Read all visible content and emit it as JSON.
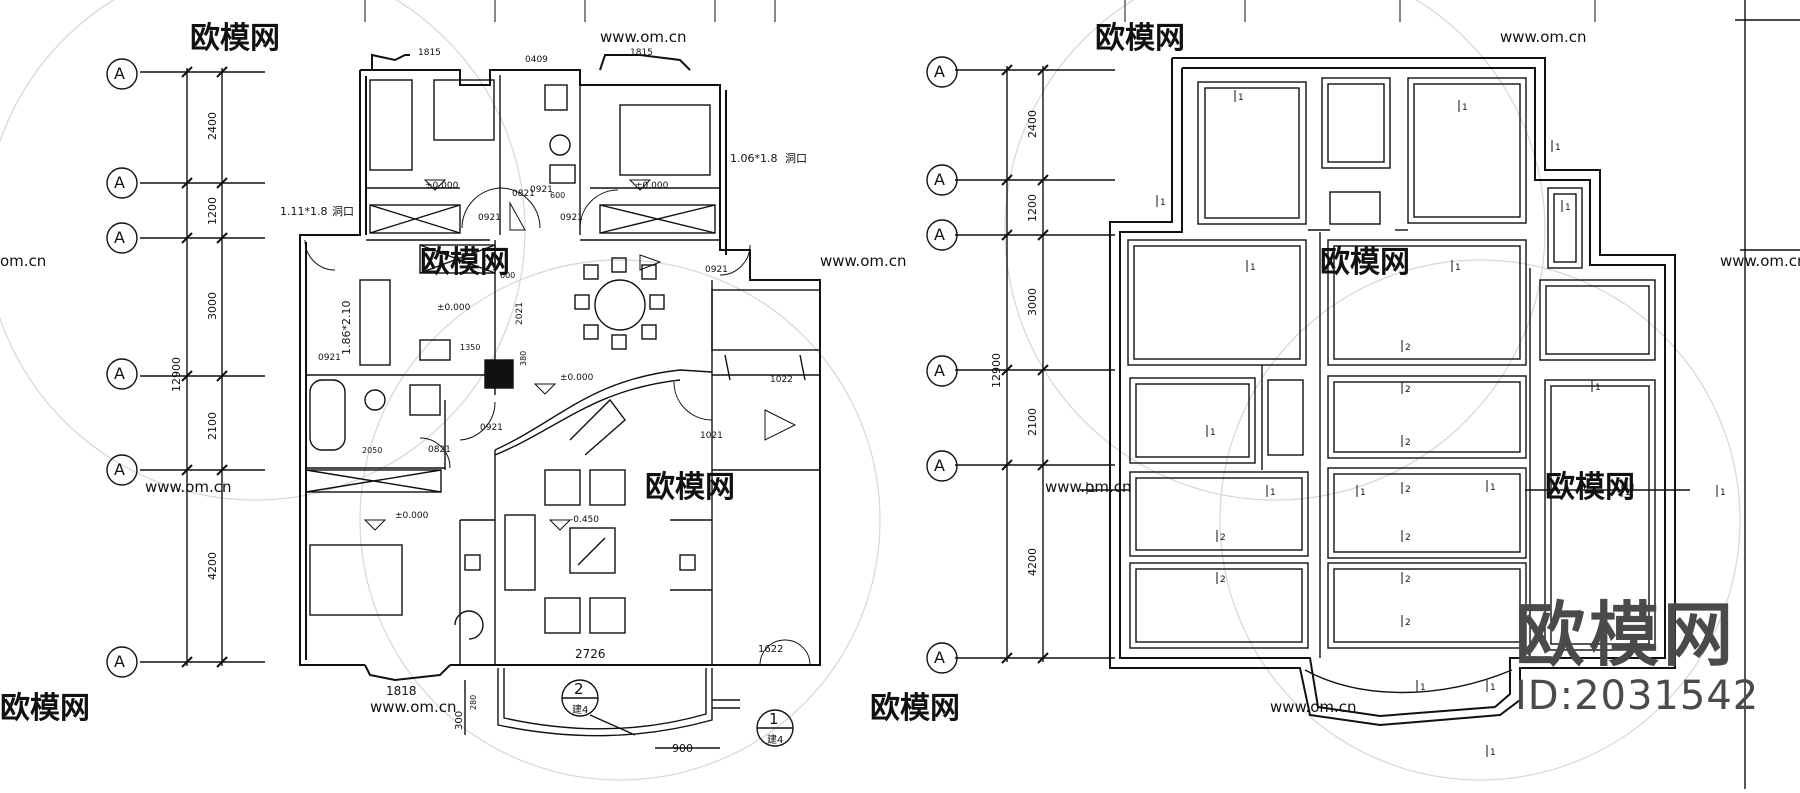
{
  "colors": {
    "line": "#111111",
    "watermark": "#c8c8c8",
    "brand": "#4a4a4a",
    "bg": "#ffffff"
  },
  "brand": {
    "name": "欧模网",
    "id_text": "ID:2031542"
  },
  "watermarks": {
    "logo_text": "欧模网",
    "url_text": "www.om.cn",
    "alt_text": "om.cn"
  },
  "left_plan": {
    "axis_tags": [
      "A",
      "A",
      "A",
      "A",
      "A",
      "A"
    ],
    "dimensions": [
      "2400",
      "1200",
      "3000",
      "2100",
      "4200"
    ],
    "total_dimension": "12900",
    "top_widths": [
      "1815",
      "0409",
      "1815"
    ],
    "window_notes": [
      "1.11*1.8",
      "1.06*1.8",
      "1.86*2.10"
    ],
    "opening_label": "洞口",
    "level_labels": [
      "±0.000",
      "±0.000",
      "±0.000",
      "±0.000",
      "±0.000",
      "-0.450"
    ],
    "door_codes": [
      "0821",
      "0921",
      "0921",
      "0921",
      "0921",
      "0921",
      "0921",
      "0821",
      "1021",
      "1022",
      "2021",
      "1622"
    ],
    "misc_labels": [
      "600",
      "1350",
      "2050",
      "600",
      "380"
    ],
    "bottom_labels": [
      "1818",
      "2726",
      "900",
      "300",
      "280"
    ],
    "detail_callouts": [
      {
        "number": "2",
        "sheet": "建4"
      },
      {
        "number": "1",
        "sheet": "建4"
      }
    ]
  },
  "right_plan": {
    "axis_tags": [
      "A",
      "A",
      "A",
      "A",
      "A",
      "A"
    ],
    "dimensions": [
      "2400",
      "1200",
      "3000",
      "2100",
      "4200"
    ],
    "total_dimension": "12900",
    "section_marks": [
      "1",
      "1",
      "1",
      "1",
      "1",
      "1",
      "1",
      "1",
      "1",
      "1",
      "1",
      "1",
      "1",
      "1",
      "1",
      "1",
      "1",
      "2",
      "2",
      "2",
      "2",
      "2",
      "2",
      "2",
      "2",
      "2",
      "1",
      "1"
    ]
  }
}
